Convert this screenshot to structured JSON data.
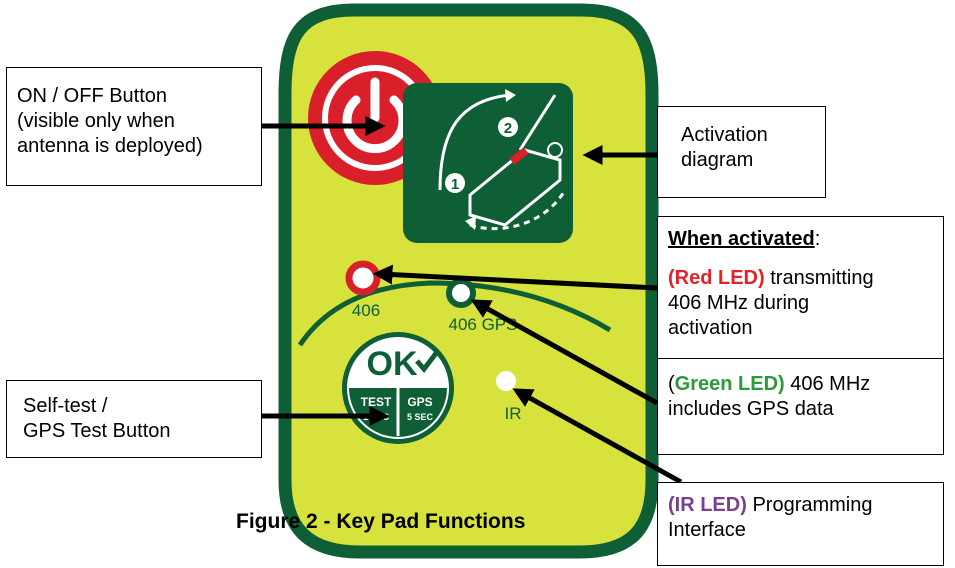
{
  "device": {
    "colors": {
      "body": "#d7e23c",
      "border": "#0e5e36",
      "power_red": "#d91f2a",
      "panel_green": "#0e5e36",
      "led_red": "#d91f2a",
      "led_green": "#0e5e36"
    },
    "labels": {
      "led_406": "406",
      "led_406gps": "406 GPS",
      "led_ir": "IR",
      "ok": "OK",
      "test_top": "TEST",
      "test_bottom": "1 SEC",
      "gps_top": "GPS",
      "gps_bottom": "5 SEC",
      "step1": "1",
      "step2": "2"
    }
  },
  "callouts": {
    "onoff": {
      "lines": [
        "ON / OFF Button",
        "(visible only when",
        "antenna is deployed)"
      ]
    },
    "activation": {
      "lines": [
        "Activation",
        "diagram"
      ]
    },
    "activated": {
      "heading": "When activated",
      "heading_suffix": ":",
      "red_prefix": "(Red LED)",
      "red_rest_1": " transmitting",
      "red_line2": "406 MHz during",
      "red_line3": "activation",
      "green_open": "(",
      "green_label": "Green LED)",
      "green_rest_1": " 406 MHz",
      "green_line2": "includes GPS data"
    },
    "selftest": {
      "lines": [
        "Self-test /",
        "GPS Test Button"
      ]
    },
    "ir": {
      "prefix": "(IR LED)",
      "rest_1": " Programming",
      "line2": "Interface"
    }
  },
  "caption": "Figure 2 - Key Pad Functions"
}
